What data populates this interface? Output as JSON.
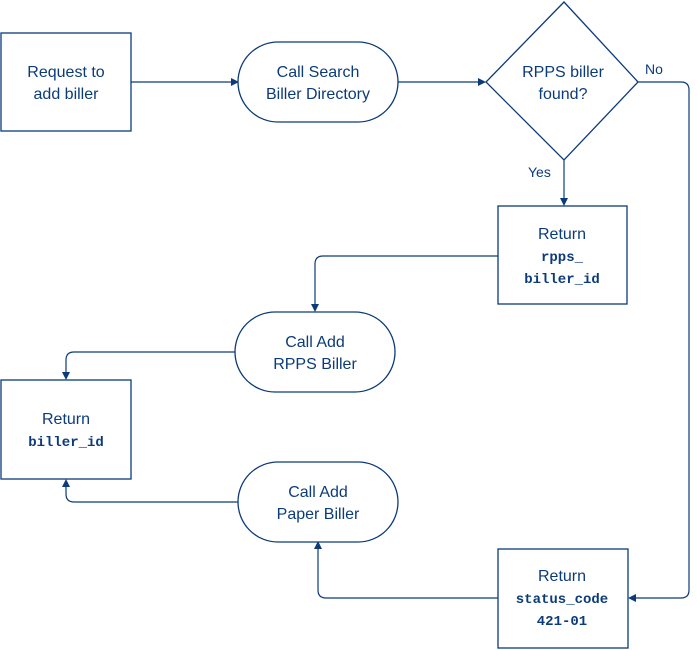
{
  "colors": {
    "stroke": "#0c3b7a",
    "text": "#0c3b7a",
    "background": "#ffffff"
  },
  "nodes": {
    "request": {
      "line1": "Request to",
      "line2": "add biller"
    },
    "search": {
      "line1": "Call Search",
      "line2": "Biller Directory"
    },
    "decision": {
      "line1": "RPPS biller",
      "line2": "found?"
    },
    "return_rpps": {
      "line1": "Return",
      "line2": "rpps_",
      "line3": "biller_id"
    },
    "add_rpps": {
      "line1": "Call Add",
      "line2": "RPPS Biller"
    },
    "return_biller": {
      "line1": "Return",
      "line2": "biller_id"
    },
    "add_paper": {
      "line1": "Call Add",
      "line2": "Paper Biller"
    },
    "return_status": {
      "line1": "Return",
      "line2": "status_code",
      "line3": "421-01"
    }
  },
  "edge_labels": {
    "yes": "Yes",
    "no": "No"
  }
}
